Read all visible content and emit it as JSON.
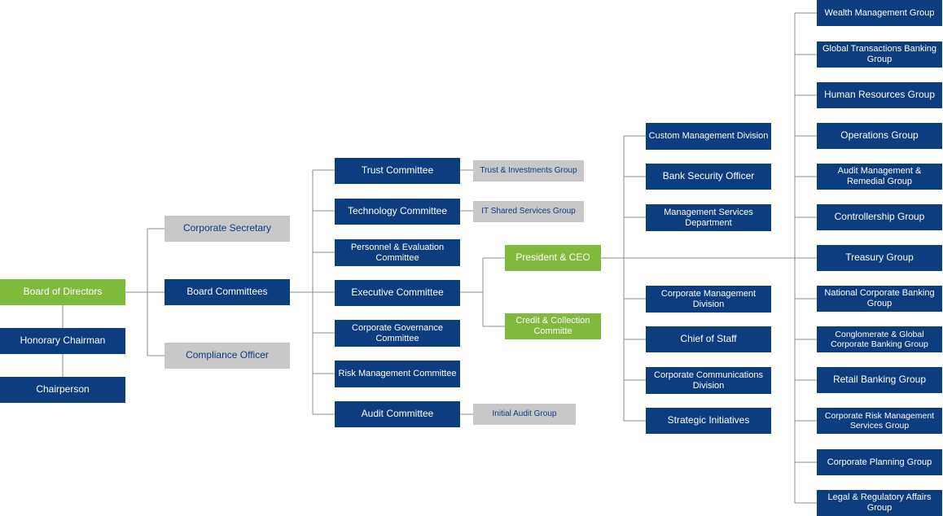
{
  "colors": {
    "primary": "#0b3d7f",
    "accent_green": "#7fba3c",
    "neutral_grey": "#c8c8c8",
    "connector": "#8c8c8c"
  },
  "board": {
    "board_of_directors": "Board of Directors",
    "honorary_chairman": "Honorary Chairman",
    "chairperson": "Chairperson"
  },
  "board_reports": {
    "corporate_secretary": "Corporate Secretary",
    "board_committees": "Board Committees",
    "compliance_officer": "Compliance Officer"
  },
  "committees": {
    "trust": "Trust Committee",
    "technology": "Technology Committee",
    "personnel": "Personnel & Evaluation Committee",
    "executive": "Executive Committee",
    "governance": "Corporate Governance Committee",
    "risk": "Risk Management Committee",
    "audit": "Audit Committee"
  },
  "committee_groups": {
    "trust_investments": "Trust & Investments Group",
    "it_shared": "IT Shared Services Group",
    "initial_audit": "Initial Audit Group"
  },
  "executive_reports": {
    "president_ceo": "President & CEO",
    "credit_collection": "Credit & Collection Committe"
  },
  "ceo_divisions": {
    "custom_mgmt": "Custom Management Division",
    "bank_security": "Bank Security Officer",
    "mgmt_services": "Management Services Department",
    "corp_mgmt": "Corporate Management Division",
    "chief_of_staff": "Chief of Staff",
    "corp_comms": "Corporate Communications Division",
    "strategic": "Strategic Initiatives"
  },
  "groups": {
    "wealth": "Wealth Management Group",
    "global_transactions": "Global Transactions Banking Group",
    "human_resources": "Human Resources Group",
    "operations": "Operations Group",
    "audit_mgmt": "Audit Management & Remedial Group",
    "controllership": "Controllership Group",
    "treasury": "Treasury Group",
    "national_corporate": "National Corporate Banking Group",
    "conglomerate": "Conglomerate & Global Corporate Banking Group",
    "retail": "Retail Banking Group",
    "corp_risk": "Corporate Risk Management Services Group",
    "corp_planning": "Corporate Planning Group",
    "legal": "Legal & Regulatory Affairs Group"
  }
}
